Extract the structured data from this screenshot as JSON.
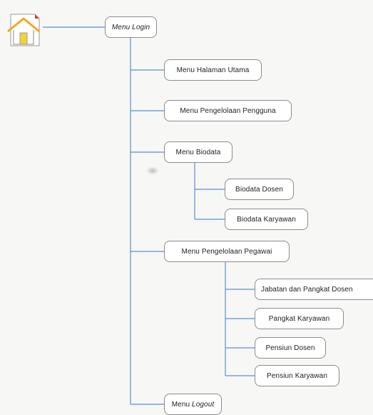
{
  "icons": {
    "home": "house-document-icon"
  },
  "nodes": {
    "login": {
      "prefix": "Menu ",
      "emph": "Login"
    },
    "halaman_utama": "Menu Halaman Utama",
    "pengelolaan_pengguna": "Menu Pengelolaan Pengguna",
    "biodata": "Menu Biodata",
    "biodata_dosen": "Biodata Dosen",
    "biodata_karyawan": "Biodata Karyawan",
    "pengelolaan_pegawai": "Menu Pengelolaan Pegawai",
    "jabatan_pangkat_dosen": "Jabatan dan Pangkat Dosen",
    "pangkat_karyawan": "Pangkat Karyawan",
    "pensiun_dosen": "Pensiun Dosen",
    "pensiun_karyawan": "Pensiun Karyawan",
    "logout": {
      "prefix": "Menu ",
      "emph": "Logout"
    }
  },
  "colors": {
    "connector": "#5b8fd0",
    "node_border": "#8c8c8c",
    "house_roof": "#f5a623",
    "house_door": "#f2d23a",
    "doc_corner": "#d93a2b"
  }
}
